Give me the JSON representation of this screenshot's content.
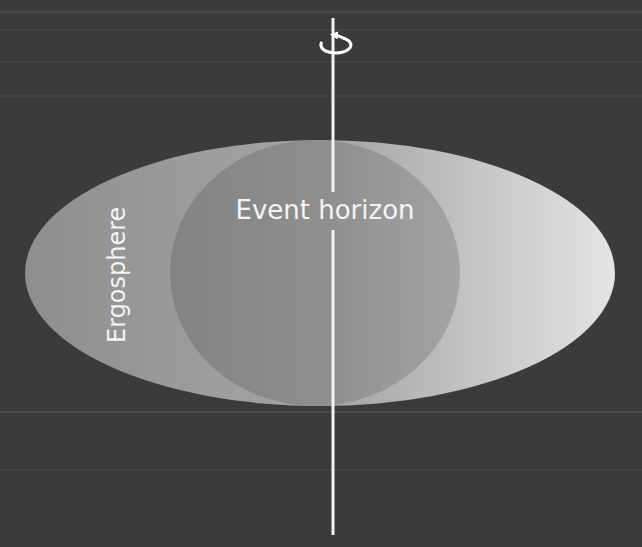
{
  "diagram": {
    "nodes": [
      {
        "text": [
          "Ergosphere"
        ]
      },
      {
        "text": [
          "Event horizon"
        ],
        "in": 0
      }
    ]
  }
}
